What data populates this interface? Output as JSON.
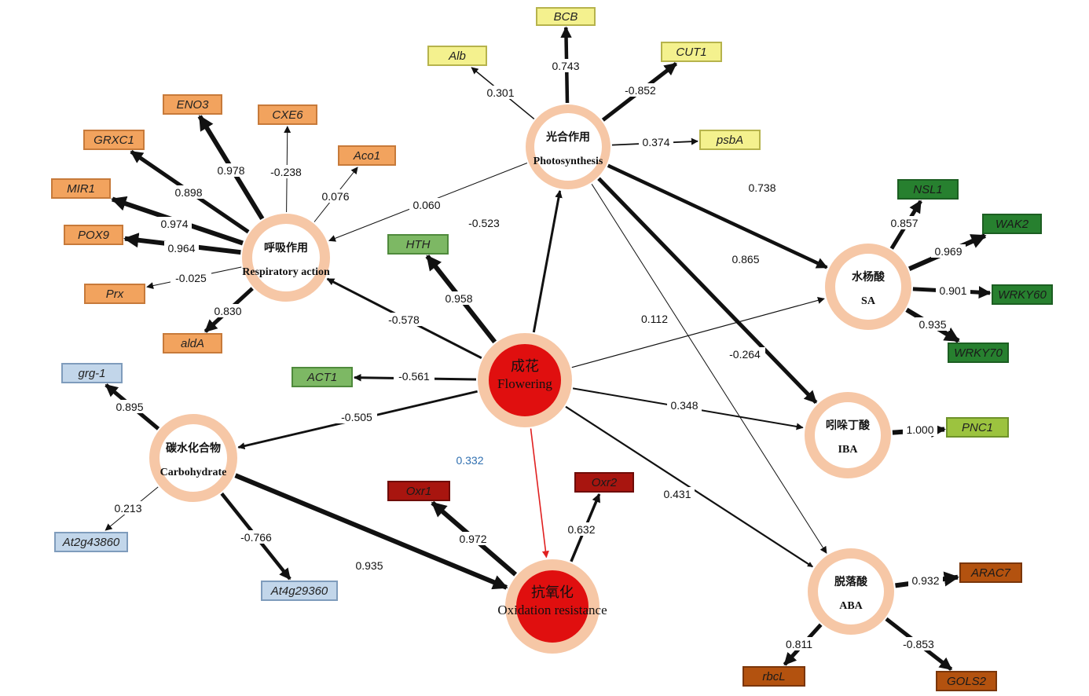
{
  "colors": {
    "ring": "#f6c7a6",
    "core_red": "#e00f0f",
    "edge": "#111111",
    "edge_red": "#e02020",
    "label_blue": "#2f6fb0",
    "orange_fill": "#f2a35e",
    "orange_stroke": "#c77a3a",
    "yellow_fill": "#f4f18e",
    "yellow_stroke": "#b6b34c",
    "green_fill": "#27802f",
    "green_stroke": "#1c5e22",
    "lightgreen_fill": "#7db864",
    "lightgreen_stroke": "#4f8a3c",
    "olive_fill": "#9cc33f",
    "olive_stroke": "#6e922a",
    "blue_fill": "#c2d6ea",
    "blue_stroke": "#7f9cbc",
    "darkred_fill": "#a8150f",
    "darkred_stroke": "#6e0c08",
    "brown_fill": "#b3520f",
    "brown_stroke": "#7a360a"
  },
  "hubs": [
    {
      "id": "photo",
      "cn": "光合作用",
      "en": "Photosynthesis"
    },
    {
      "id": "resp",
      "cn": "呼吸作用",
      "en": "Respiratory action"
    },
    {
      "id": "flower",
      "cn": "成花",
      "en": "Flowering"
    },
    {
      "id": "carb",
      "cn": "碳水化合物",
      "en": "Carbohydrate"
    },
    {
      "id": "oxi",
      "cn": "抗氧化",
      "en": "Oxidation resistance"
    },
    {
      "id": "sa",
      "cn": "水杨酸",
      "en": "SA"
    },
    {
      "id": "iba",
      "cn": "吲哚丁酸",
      "en": "IBA"
    },
    {
      "id": "aba",
      "cn": "脱落酸",
      "en": "ABA"
    }
  ],
  "genes": [
    {
      "id": "BCB",
      "label": "BCB",
      "color": "yellow"
    },
    {
      "id": "Alb",
      "label": "Alb",
      "color": "yellow"
    },
    {
      "id": "CUT1",
      "label": "CUT1",
      "color": "yellow"
    },
    {
      "id": "psbA",
      "label": "psbA",
      "color": "yellow"
    },
    {
      "id": "ENO3",
      "label": "ENO3",
      "color": "orange"
    },
    {
      "id": "CXE6",
      "label": "CXE6",
      "color": "orange"
    },
    {
      "id": "GRXC1",
      "label": "GRXC1",
      "color": "orange"
    },
    {
      "id": "Aco1",
      "label": "Aco1",
      "color": "orange"
    },
    {
      "id": "MIR1",
      "label": "MIR1",
      "color": "orange"
    },
    {
      "id": "POX9",
      "label": "POX9",
      "color": "orange"
    },
    {
      "id": "Prx",
      "label": "Prx",
      "color": "orange"
    },
    {
      "id": "aldA",
      "label": "aldA",
      "color": "orange"
    },
    {
      "id": "HTH",
      "label": "HTH",
      "color": "lightgreen"
    },
    {
      "id": "ACT1",
      "label": "ACT1",
      "color": "lightgreen"
    },
    {
      "id": "grg1",
      "label": "grg-1",
      "color": "blue"
    },
    {
      "id": "At2g43860",
      "label": "At2g43860",
      "color": "blue"
    },
    {
      "id": "At4g29360",
      "label": "At4g29360",
      "color": "blue"
    },
    {
      "id": "Oxr1",
      "label": "Oxr1",
      "color": "darkred"
    },
    {
      "id": "Oxr2",
      "label": "Oxr2",
      "color": "darkred"
    },
    {
      "id": "NSL1",
      "label": "NSL1",
      "color": "green"
    },
    {
      "id": "WAK2",
      "label": "WAK2",
      "color": "green"
    },
    {
      "id": "WRKY60",
      "label": "WRKY60",
      "color": "green"
    },
    {
      "id": "WRKY70",
      "label": "WRKY70",
      "color": "green"
    },
    {
      "id": "PNC1",
      "label": "PNC1",
      "color": "olive"
    },
    {
      "id": "ARAC7",
      "label": "ARAC7",
      "color": "brown"
    },
    {
      "id": "rbcL",
      "label": "rbcL",
      "color": "brown"
    },
    {
      "id": "GOLS2",
      "label": "GOLS2",
      "color": "brown"
    }
  ],
  "edges": [
    {
      "from": "photo",
      "to": "BCB",
      "label": "0.743",
      "weight": 4.5
    },
    {
      "from": "photo",
      "to": "Alb",
      "label": "0.301",
      "weight": 1.5
    },
    {
      "from": "photo",
      "to": "CUT1",
      "label": "-0.852",
      "weight": 5
    },
    {
      "from": "photo",
      "to": "psbA",
      "label": "0.374",
      "weight": 1.8
    },
    {
      "from": "photo",
      "to": "resp",
      "label": "0.060",
      "weight": 1
    },
    {
      "from": "photo",
      "to": "sa",
      "label": "0.738",
      "weight": 4.5
    },
    {
      "from": "photo",
      "to": "iba",
      "label": "0.865",
      "weight": 5
    },
    {
      "from": "photo",
      "to": "aba",
      "label": "-0.264",
      "weight": 1
    },
    {
      "from": "flower",
      "to": "photo",
      "label": "-0.523",
      "weight": 3
    },
    {
      "from": "flower",
      "to": "HTH",
      "label": "0.958",
      "weight": 6
    },
    {
      "from": "flower",
      "to": "resp",
      "label": "-0.578",
      "weight": 3
    },
    {
      "from": "flower",
      "to": "ACT1",
      "label": "-0.561",
      "weight": 3
    },
    {
      "from": "flower",
      "to": "carb",
      "label": "-0.505",
      "weight": 2.8
    },
    {
      "from": "flower",
      "to": "oxi",
      "label": "0.332",
      "weight": 1.6,
      "red": true
    },
    {
      "from": "flower",
      "to": "sa",
      "label": "0.112",
      "weight": 1.2
    },
    {
      "from": "flower",
      "to": "iba",
      "label": "0.348",
      "weight": 2
    },
    {
      "from": "flower",
      "to": "aba",
      "label": "0.431",
      "weight": 2.2
    },
    {
      "from": "resp",
      "to": "ENO3",
      "label": "0.978",
      "weight": 6
    },
    {
      "from": "resp",
      "to": "CXE6",
      "label": "-0.238",
      "weight": 1
    },
    {
      "from": "resp",
      "to": "GRXC1",
      "label": "0.898",
      "weight": 5
    },
    {
      "from": "resp",
      "to": "Aco1",
      "label": "0.076",
      "weight": 1
    },
    {
      "from": "resp",
      "to": "MIR1",
      "label": "0.974",
      "weight": 6
    },
    {
      "from": "resp",
      "to": "POX9",
      "label": "0.964",
      "weight": 6
    },
    {
      "from": "resp",
      "to": "Prx",
      "label": "-0.025",
      "weight": 1
    },
    {
      "from": "resp",
      "to": "aldA",
      "label": "0.830",
      "weight": 5
    },
    {
      "from": "carb",
      "to": "grg1",
      "label": "0.895",
      "weight": 5
    },
    {
      "from": "carb",
      "to": "At2g43860",
      "label": "0.213",
      "weight": 1
    },
    {
      "from": "carb",
      "to": "At4g29360",
      "label": "-0.766",
      "weight": 4.5
    },
    {
      "from": "carb",
      "to": "oxi",
      "label": "0.935",
      "weight": 6
    },
    {
      "from": "oxi",
      "to": "Oxr1",
      "label": "0.972",
      "weight": 6
    },
    {
      "from": "oxi",
      "to": "Oxr2",
      "label": "0.632",
      "weight": 3.5
    },
    {
      "from": "sa",
      "to": "NSL1",
      "label": "0.857",
      "weight": 5
    },
    {
      "from": "sa",
      "to": "WAK2",
      "label": "0.969",
      "weight": 6
    },
    {
      "from": "sa",
      "to": "WRKY60",
      "label": "0.901",
      "weight": 5
    },
    {
      "from": "sa",
      "to": "WRKY70",
      "label": "0.935",
      "weight": 6
    },
    {
      "from": "iba",
      "to": "PNC1",
      "label": "1.000",
      "weight": 6
    },
    {
      "from": "aba",
      "to": "ARAC7",
      "label": "0.932",
      "weight": 6
    },
    {
      "from": "aba",
      "to": "rbcL",
      "label": "0.811",
      "weight": 5
    },
    {
      "from": "aba",
      "to": "GOLS2",
      "label": "-0.853",
      "weight": 5
    }
  ]
}
